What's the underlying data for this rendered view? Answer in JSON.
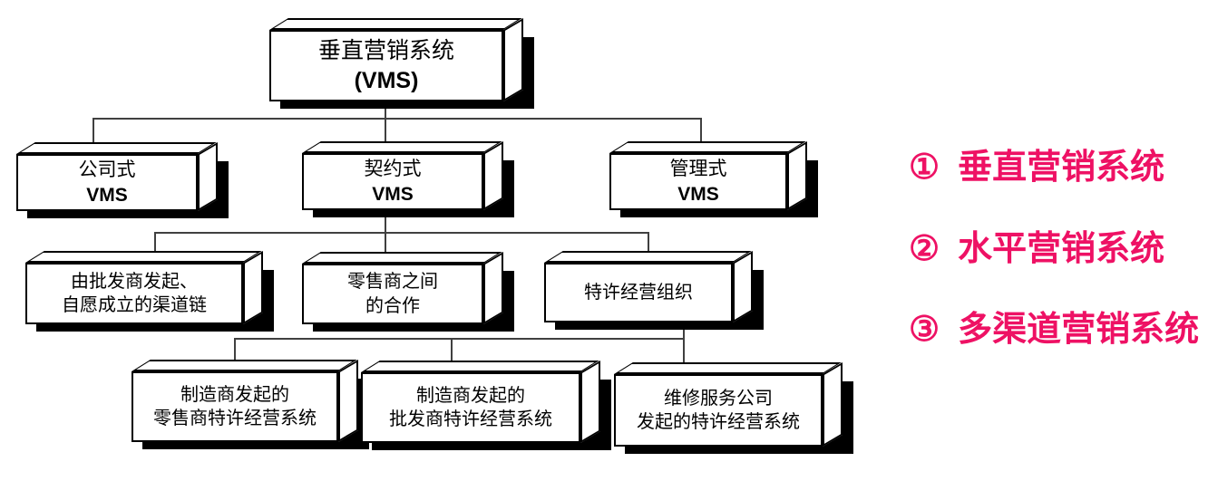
{
  "diagram": {
    "type": "tree",
    "nodes": [
      {
        "id": "vms-root",
        "line1": "垂直营销系统",
        "line2": "(VMS)"
      },
      {
        "id": "corporate-vms",
        "line1": "公司式",
        "line2": "VMS"
      },
      {
        "id": "contractual-vms",
        "line1": "契约式",
        "line2": "VMS"
      },
      {
        "id": "administered-vms",
        "line1": "管理式",
        "line2": "VMS"
      },
      {
        "id": "wholesaler-voluntary-chain",
        "line1": "由批发商发起、",
        "line2": "自愿成立的渠道链"
      },
      {
        "id": "retailer-cooperative",
        "line1": "零售商之间",
        "line2": "的合作"
      },
      {
        "id": "franchise-organization",
        "line1": "特许经营组织",
        "line2": ""
      },
      {
        "id": "mfr-sponsored-retailer-franchise",
        "line1": "制造商发起的",
        "line2": "零售商特许经营系统"
      },
      {
        "id": "mfr-sponsored-wholesaler-franchise",
        "line1": "制造商发起的",
        "line2": "批发商特许经营系统"
      },
      {
        "id": "service-firm-sponsored-franchise",
        "line1": "维修服务公司",
        "line2": "发起的特许经营系统"
      }
    ],
    "legend": {
      "items": [
        {
          "num": "①",
          "label": "垂直营销系统"
        },
        {
          "num": "②",
          "label": "水平营销系统"
        },
        {
          "num": "③",
          "label": "多渠道营销系统"
        }
      ]
    },
    "colors": {
      "accent_pink": "#EE1164",
      "connector_line": "#404040",
      "box_border": "#000000",
      "box_fill": "#FFFFFF",
      "box_shadow": "#000000"
    }
  }
}
